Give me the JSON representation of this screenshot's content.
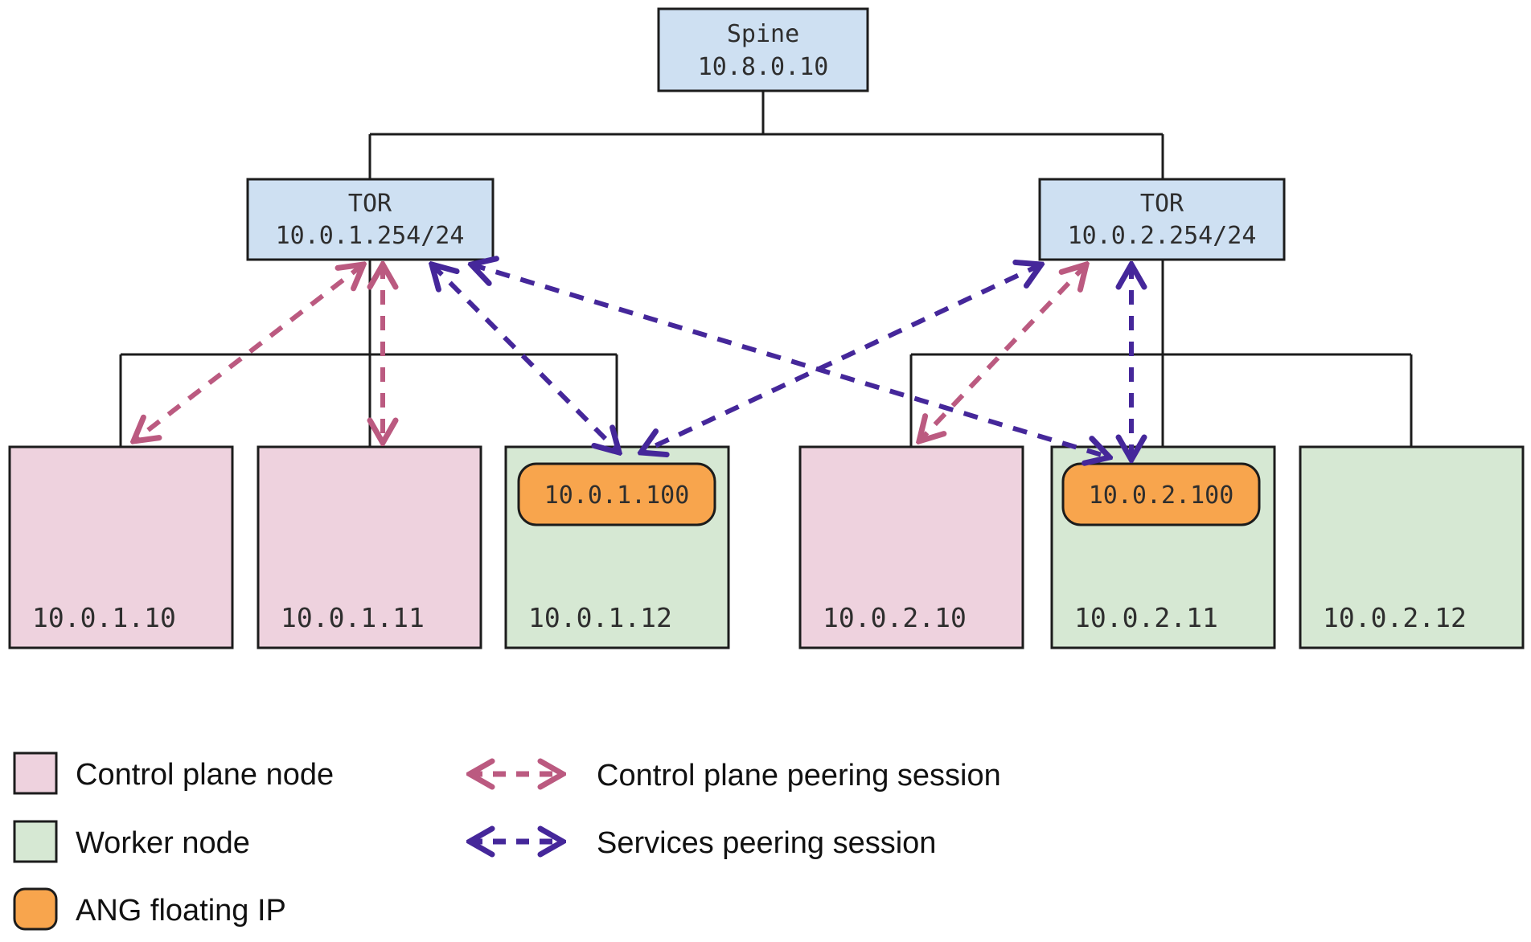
{
  "diagram": {
    "spine": {
      "name": "Spine",
      "ip": "10.8.0.10"
    },
    "tors": [
      {
        "name": "TOR",
        "ip": "10.0.1.254/24"
      },
      {
        "name": "TOR",
        "ip": "10.0.2.254/24"
      }
    ],
    "nodes": [
      {
        "ip": "10.0.1.10",
        "type": "control-plane"
      },
      {
        "ip": "10.0.1.11",
        "type": "control-plane"
      },
      {
        "ip": "10.0.1.12",
        "type": "worker",
        "floating_ip": "10.0.1.100"
      },
      {
        "ip": "10.0.2.10",
        "type": "control-plane"
      },
      {
        "ip": "10.0.2.11",
        "type": "worker",
        "floating_ip": "10.0.2.100"
      },
      {
        "ip": "10.0.2.12",
        "type": "worker"
      }
    ],
    "colors": {
      "switch_fill": "#cee0f2",
      "control_plane_fill": "#eed2de",
      "worker_fill": "#d6e8d3",
      "floating_ip_fill": "#f8a54d",
      "link": "#1c1c1c"
    }
  },
  "legend": {
    "items": [
      {
        "label": "Control plane node",
        "color": "#eed2de"
      },
      {
        "label": "Worker node",
        "color": "#d6e8d3"
      },
      {
        "label": "ANG floating IP",
        "color": "#f8a54d"
      }
    ],
    "sessions": [
      {
        "label": "Control plane peering session",
        "color": "#bb5a80"
      },
      {
        "label": "Services peering session",
        "color": "#45279a"
      }
    ]
  }
}
